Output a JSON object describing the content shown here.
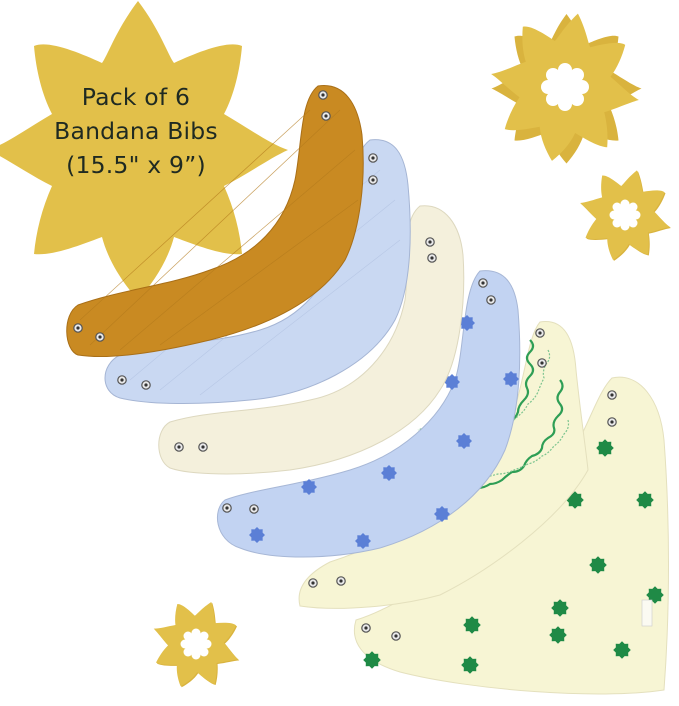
{
  "badge": {
    "line1": "Pack of 6",
    "line2": "Bandana Bibs",
    "line3": "(15.5\" x 9”)"
  },
  "colors": {
    "flower": "#E2C04A",
    "mustard": "#C98A22",
    "light_blue": "#C9D8F2",
    "cream": "#F4F0DC",
    "periwinkle_bib": "#C2D3F2",
    "periwinkle_star": "#5B7FD6",
    "green_pattern": "#2E9E55",
    "green_star": "#1F8A46",
    "yellow_cream": "#F7F5D4"
  },
  "bibs": [
    {
      "name": "mustard-bib",
      "color": "Mustard"
    },
    {
      "name": "light-blue-bib",
      "color": "Light Blue"
    },
    {
      "name": "cream-bib",
      "color": "Cream"
    },
    {
      "name": "blue-star-bib",
      "color": "Blue Star Print"
    },
    {
      "name": "green-wave-bib",
      "color": "Green Wave Print"
    },
    {
      "name": "green-star-bib",
      "color": "Green Star Print"
    }
  ]
}
